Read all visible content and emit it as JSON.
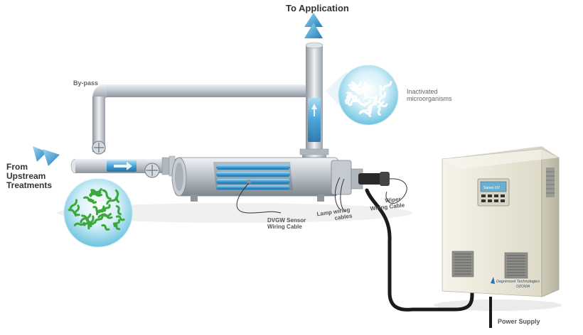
{
  "title": "To Application",
  "inlet_label_lines": [
    "From",
    "Upstream",
    "Treatments"
  ],
  "bypass_label": "By-pass",
  "inactivated_label_lines": [
    "Inactivated",
    "microorganisms"
  ],
  "sensor_cable_label_lines": [
    "DVGW Sensor",
    "Wiring Cable"
  ],
  "lamp_cable_label_lines": [
    "Lamp wiring",
    "cables"
  ],
  "wiper_cable_label_lines": [
    "Wiper",
    "Wiring Cable"
  ],
  "power_supply_label": "Power Supply",
  "panel_screen_text": "Saneo UV",
  "brand_label_lines": [
    "Degrémont Technologies",
    "OZONIA"
  ],
  "colors": {
    "arrow_blue": "#2a8fc9",
    "pipe_grey": "#c9ced3",
    "water_blue": "#7fd0e8",
    "microbe_green": "#3aa83a",
    "microbe_white": "#e9f2f6",
    "cabinet": "#ece9da",
    "cable": "#1a1a1a"
  }
}
